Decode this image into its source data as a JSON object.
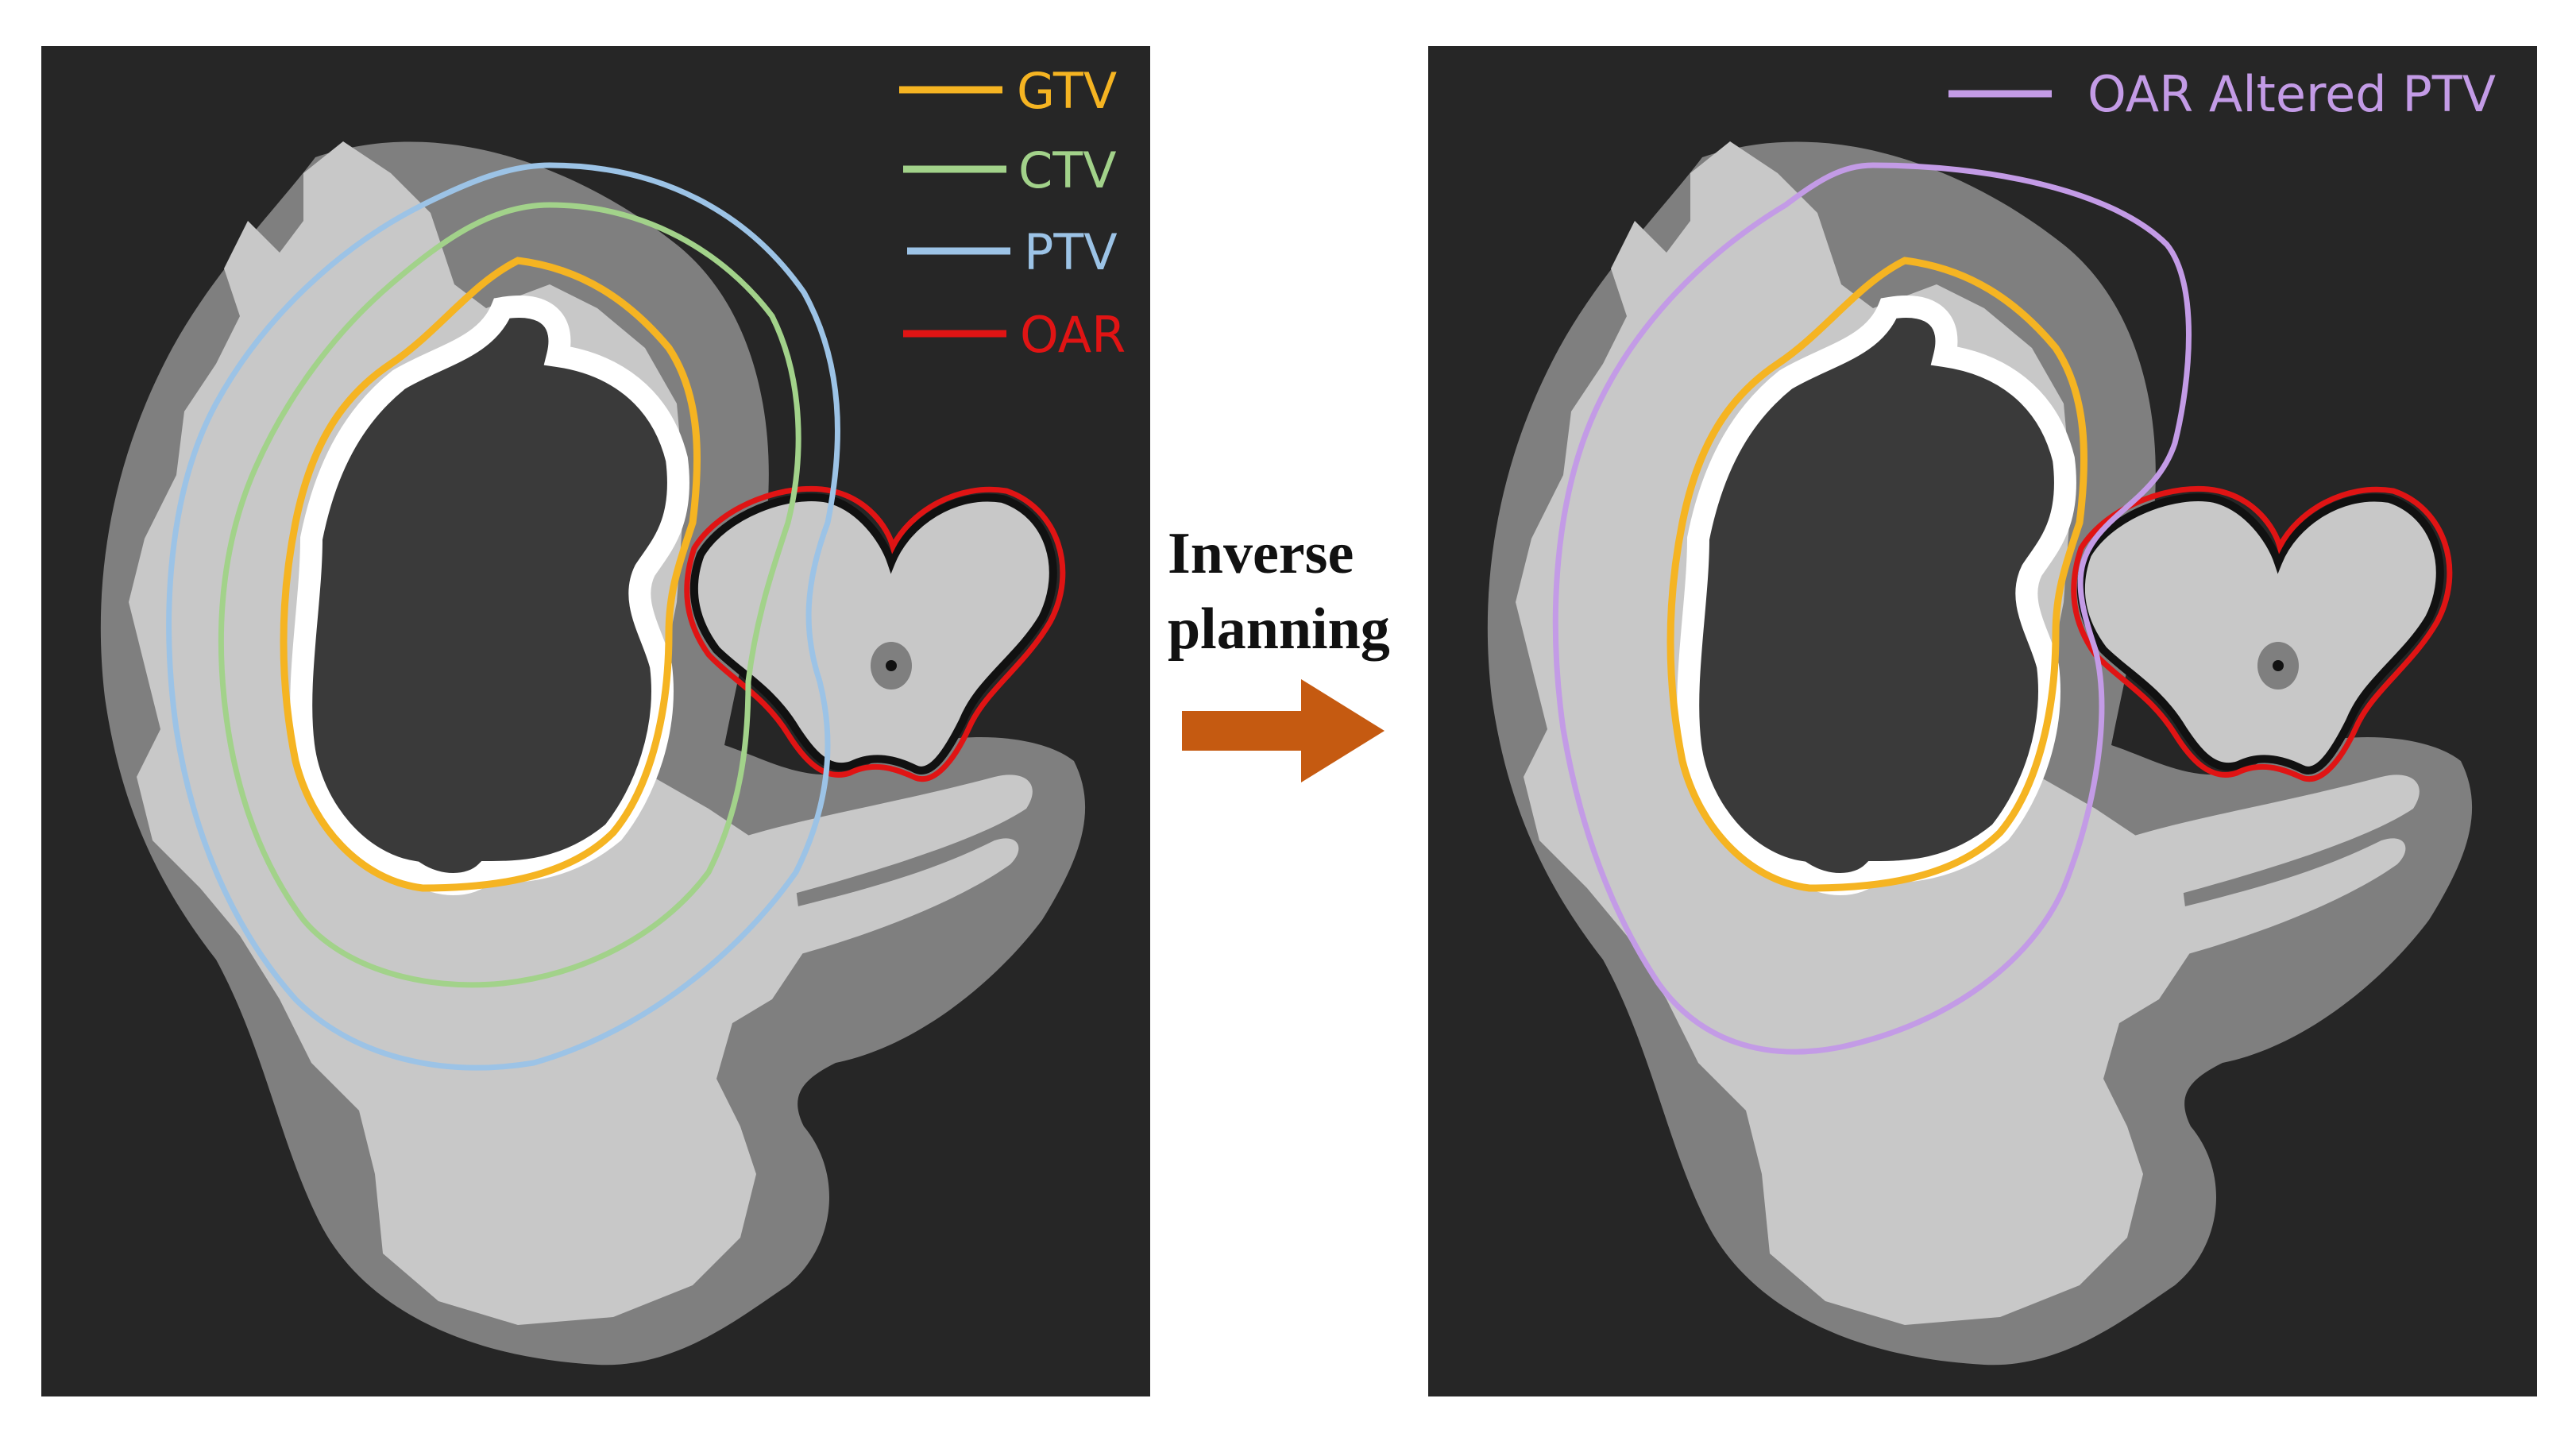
{
  "colors": {
    "background": "#262626",
    "outer_tissue": "#7f7f7f",
    "inner_tissue": "#c8c8c8",
    "cavity_outline": "#ffffff",
    "gtv": "#f5b422",
    "ctv": "#a2d28a",
    "ptv": "#9cc3e6",
    "oar": "#e01414",
    "oar_altered_ptv": "#c39be6",
    "arrow": "#c55a11"
  },
  "left_panel": {
    "legend": [
      {
        "label": "GTV",
        "color": "#f5b422"
      },
      {
        "label": "CTV",
        "color": "#a2d28a"
      },
      {
        "label": "PTV",
        "color": "#9cc3e6"
      },
      {
        "label": "OAR",
        "color": "#e01414"
      }
    ]
  },
  "right_panel": {
    "legend": [
      {
        "label": "OAR Altered PTV",
        "color": "#c39be6"
      }
    ]
  },
  "transition": {
    "line1": "Inverse",
    "line2": "planning",
    "icon": "right-arrow-icon"
  }
}
